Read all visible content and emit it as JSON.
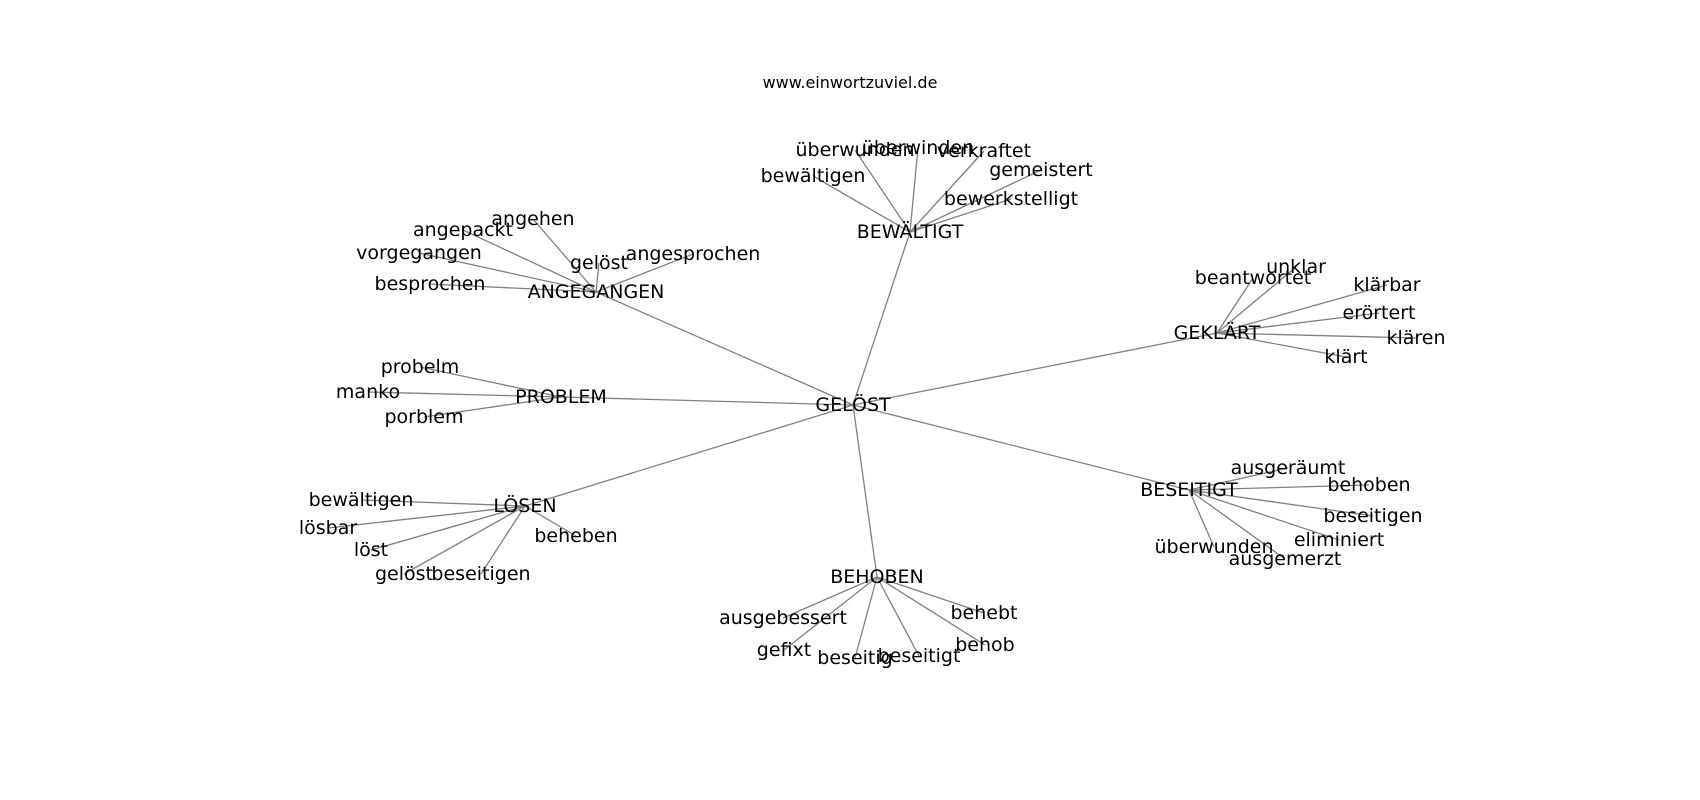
{
  "caption": "www.einwortzuviel.de",
  "style": {
    "edge_color": "#808080",
    "text_color": "#000000",
    "background": "#ffffff"
  },
  "center": {
    "id": "c",
    "label": "GELÖST"
  },
  "hubs": [
    {
      "id": "h1",
      "label": "BEWÄLTIGT",
      "leaves": [
        {
          "id": "h1a",
          "label": "überwunden"
        },
        {
          "id": "h1b",
          "label": "überwinden"
        },
        {
          "id": "h1c",
          "label": "verkraftet"
        },
        {
          "id": "h1d",
          "label": "bewältigen"
        },
        {
          "id": "h1e",
          "label": "gemeistert"
        },
        {
          "id": "h1f",
          "label": "bewerkstelligt"
        }
      ]
    },
    {
      "id": "h2",
      "label": "ANGEGANGEN",
      "leaves": [
        {
          "id": "h2a",
          "label": "angehen"
        },
        {
          "id": "h2b",
          "label": "angepackt"
        },
        {
          "id": "h2c",
          "label": "vorgegangen"
        },
        {
          "id": "h2d",
          "label": "gelöst"
        },
        {
          "id": "h2e",
          "label": "angesprochen"
        },
        {
          "id": "h2f",
          "label": "besprochen"
        }
      ]
    },
    {
      "id": "h3",
      "label": "GEKLÄRT",
      "leaves": [
        {
          "id": "h3a",
          "label": "unklar"
        },
        {
          "id": "h3b",
          "label": "beantwortet"
        },
        {
          "id": "h3c",
          "label": "klärbar"
        },
        {
          "id": "h3d",
          "label": "erörtert"
        },
        {
          "id": "h3e",
          "label": "klären"
        },
        {
          "id": "h3f",
          "label": "klärt"
        }
      ]
    },
    {
      "id": "h4",
      "label": "PROBLEM",
      "leaves": [
        {
          "id": "h4a",
          "label": "probelm"
        },
        {
          "id": "h4b",
          "label": "manko"
        },
        {
          "id": "h4c",
          "label": "porblem"
        }
      ]
    },
    {
      "id": "h5",
      "label": "LÖSEN",
      "leaves": [
        {
          "id": "h5a",
          "label": "bewältigen"
        },
        {
          "id": "h5b",
          "label": "lösbar"
        },
        {
          "id": "h5c",
          "label": "löst"
        },
        {
          "id": "h5d",
          "label": "beheben"
        },
        {
          "id": "h5e",
          "label": "gelöst"
        },
        {
          "id": "h5f",
          "label": "beseitigen"
        }
      ]
    },
    {
      "id": "h6",
      "label": "BESEITIGT",
      "leaves": [
        {
          "id": "h6a",
          "label": "ausgeräumt"
        },
        {
          "id": "h6b",
          "label": "behoben"
        },
        {
          "id": "h6c",
          "label": "beseitigen"
        },
        {
          "id": "h6d",
          "label": "eliminiert"
        },
        {
          "id": "h6e",
          "label": "überwunden"
        },
        {
          "id": "h6f",
          "label": "ausgemerzt"
        }
      ]
    },
    {
      "id": "h7",
      "label": "BEHOBEN",
      "leaves": [
        {
          "id": "h7a",
          "label": "ausgebessert"
        },
        {
          "id": "h7b",
          "label": "behebt"
        },
        {
          "id": "h7c",
          "label": "gefixt"
        },
        {
          "id": "h7d",
          "label": "beseitig"
        },
        {
          "id": "h7e",
          "label": "beseitigt"
        },
        {
          "id": "h7f",
          "label": "behob"
        }
      ]
    }
  ]
}
